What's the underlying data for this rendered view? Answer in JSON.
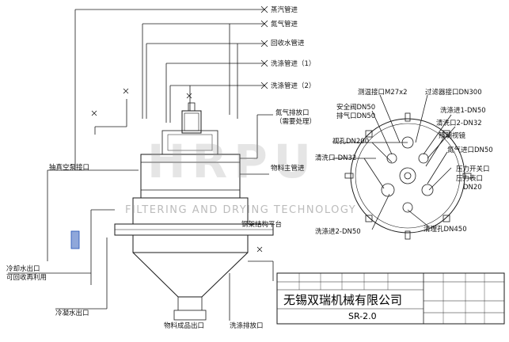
{
  "labels": {
    "steam_pipe": "蒸汽管进",
    "nitrogen_pipe": "氮气管进",
    "return_water_pipe": "回收水管进",
    "wash_pipe_1": "洗涤管进（1）",
    "wash_pipe_2": "洗涤管进（2）",
    "nitrogen_exhaust": "氮气排放口",
    "nitrogen_exhaust_note": "（需要处理）",
    "vacuum_outlet": "抽真空泵接口",
    "material_feed": "物料主管进",
    "steel_frame": "钢架结构平台",
    "cooling_water_outlet": "冷却水出口",
    "recycle_note": "可回收再利用",
    "condensate_outlet": "冷凝水出口",
    "product_outlet": "物料成品出口",
    "wash_outlet": "洗涤排放口",
    "thermometer": "测温接口M27x2",
    "filter_port": "过滤器接口DN300",
    "safety_valve": "安全阀DN50",
    "vent": "排气口DN50",
    "wash_in_1": "洗涤进1-DN50",
    "wash_port_2": "清洗口2-DN32",
    "sight_glass": "照明视镜",
    "view_port": "视孔DN200",
    "clean_port": "清洗口-DN32",
    "nitrogen_in": "氮气进口DN50",
    "pressure_switch": "压力开关口",
    "pressure_gauge": "压力表口",
    "dn20": "DN20",
    "wash_in_2": "洗涤进2-DN50",
    "manhole": "清理孔DN450"
  },
  "watermark": {
    "text": "FILTERING AND DRYING TECHNOLOGY",
    "logo": "HRPU"
  },
  "title_block": {
    "company": "无锡双瑞机械有限公司",
    "model": "SR-2.0"
  },
  "colors": {
    "ink": "#1a1a1a",
    "accent": "#1f4fb5",
    "watermark": "#bcbcbc"
  }
}
